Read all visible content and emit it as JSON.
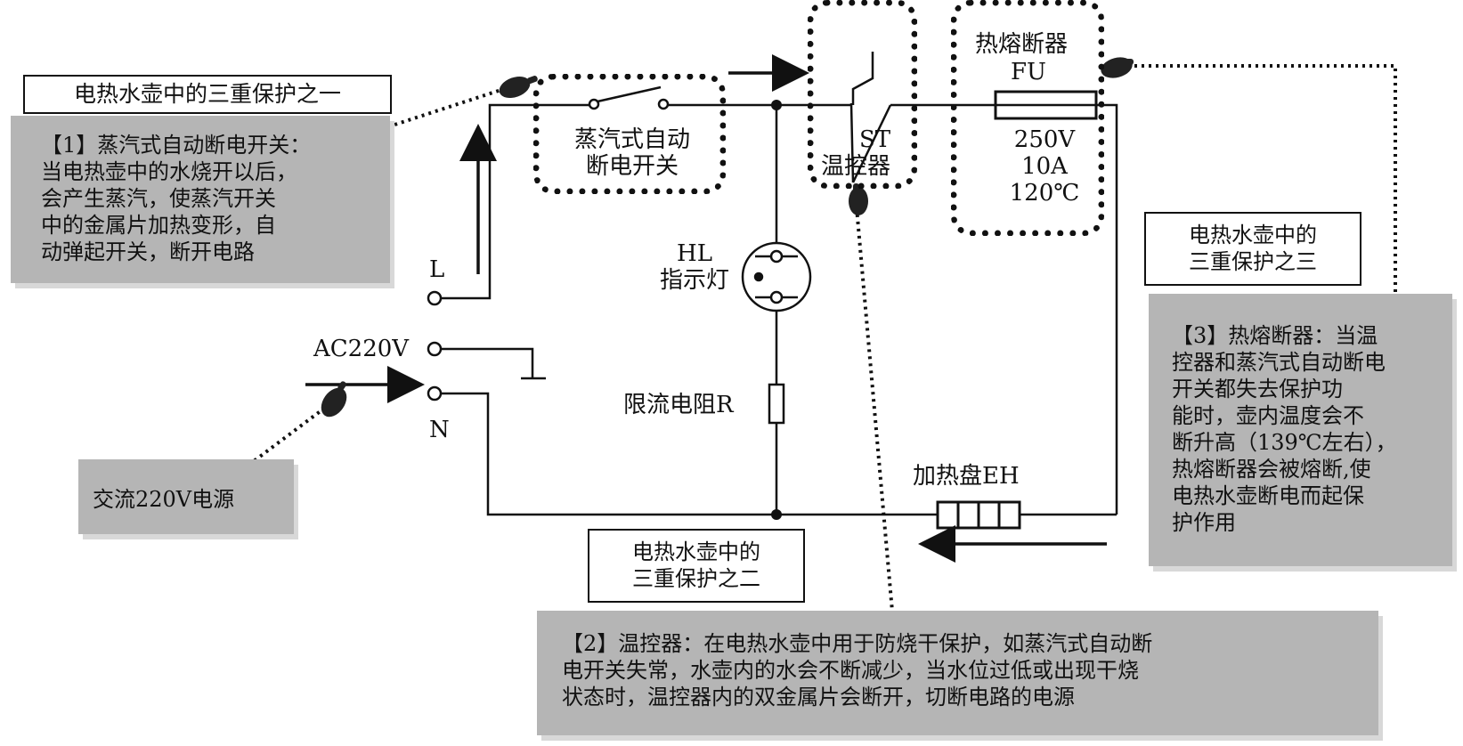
{
  "labels": {
    "steam_switch": [
      "蒸汽式自动",
      "断电开关"
    ],
    "thermostat_code": "ST",
    "thermostat_name": "温控器",
    "fuse_title": "热熔断器",
    "fuse_code": "FU",
    "fuse_rating": [
      "250V",
      "10A",
      "120℃"
    ],
    "lamp": [
      "HL",
      "指示灯"
    ],
    "resistor": "限流电阻R",
    "heater": "加热盘EH",
    "terminal_l": "L",
    "terminal_n": "N",
    "ac_source": "AC220V"
  },
  "titles": {
    "protection_1": "电热水壶中的三重保护之一",
    "protection_2": [
      "电热水壶中的",
      "三重保护之二"
    ],
    "protection_3": [
      "电热水壶中的",
      "三重保护之三"
    ]
  },
  "notes": {
    "note_1": [
      "【1】蒸汽式自动断电开关：",
      "当电热壶中的水烧开以后，",
      "会产生蒸汽，使蒸汽开关",
      "中的金属片加热变形，自",
      "动弹起开关，断开电路"
    ],
    "note_2": [
      "【2】温控器：在电热水壶中用于防烧干保护，如蒸汽式自动断",
      "电开关失常，水壶内的水会不断减少，当水位过低或出现干烧",
      "状态时，温控器内的双金属片会断开，切断电路的电源"
    ],
    "note_3": [
      "【3】热熔断器：当温",
      "控器和蒸汽式自动断电",
      "开关都失去保护功",
      "能时，壶内温度会不",
      "断升高（139℃左右），",
      "热熔断器会被熔断,使",
      "电热水壶断电而起保",
      "护作用"
    ],
    "source": "交流220V电源"
  },
  "colors": {
    "note_bg": "#b5b5b5",
    "line": "#111111"
  }
}
